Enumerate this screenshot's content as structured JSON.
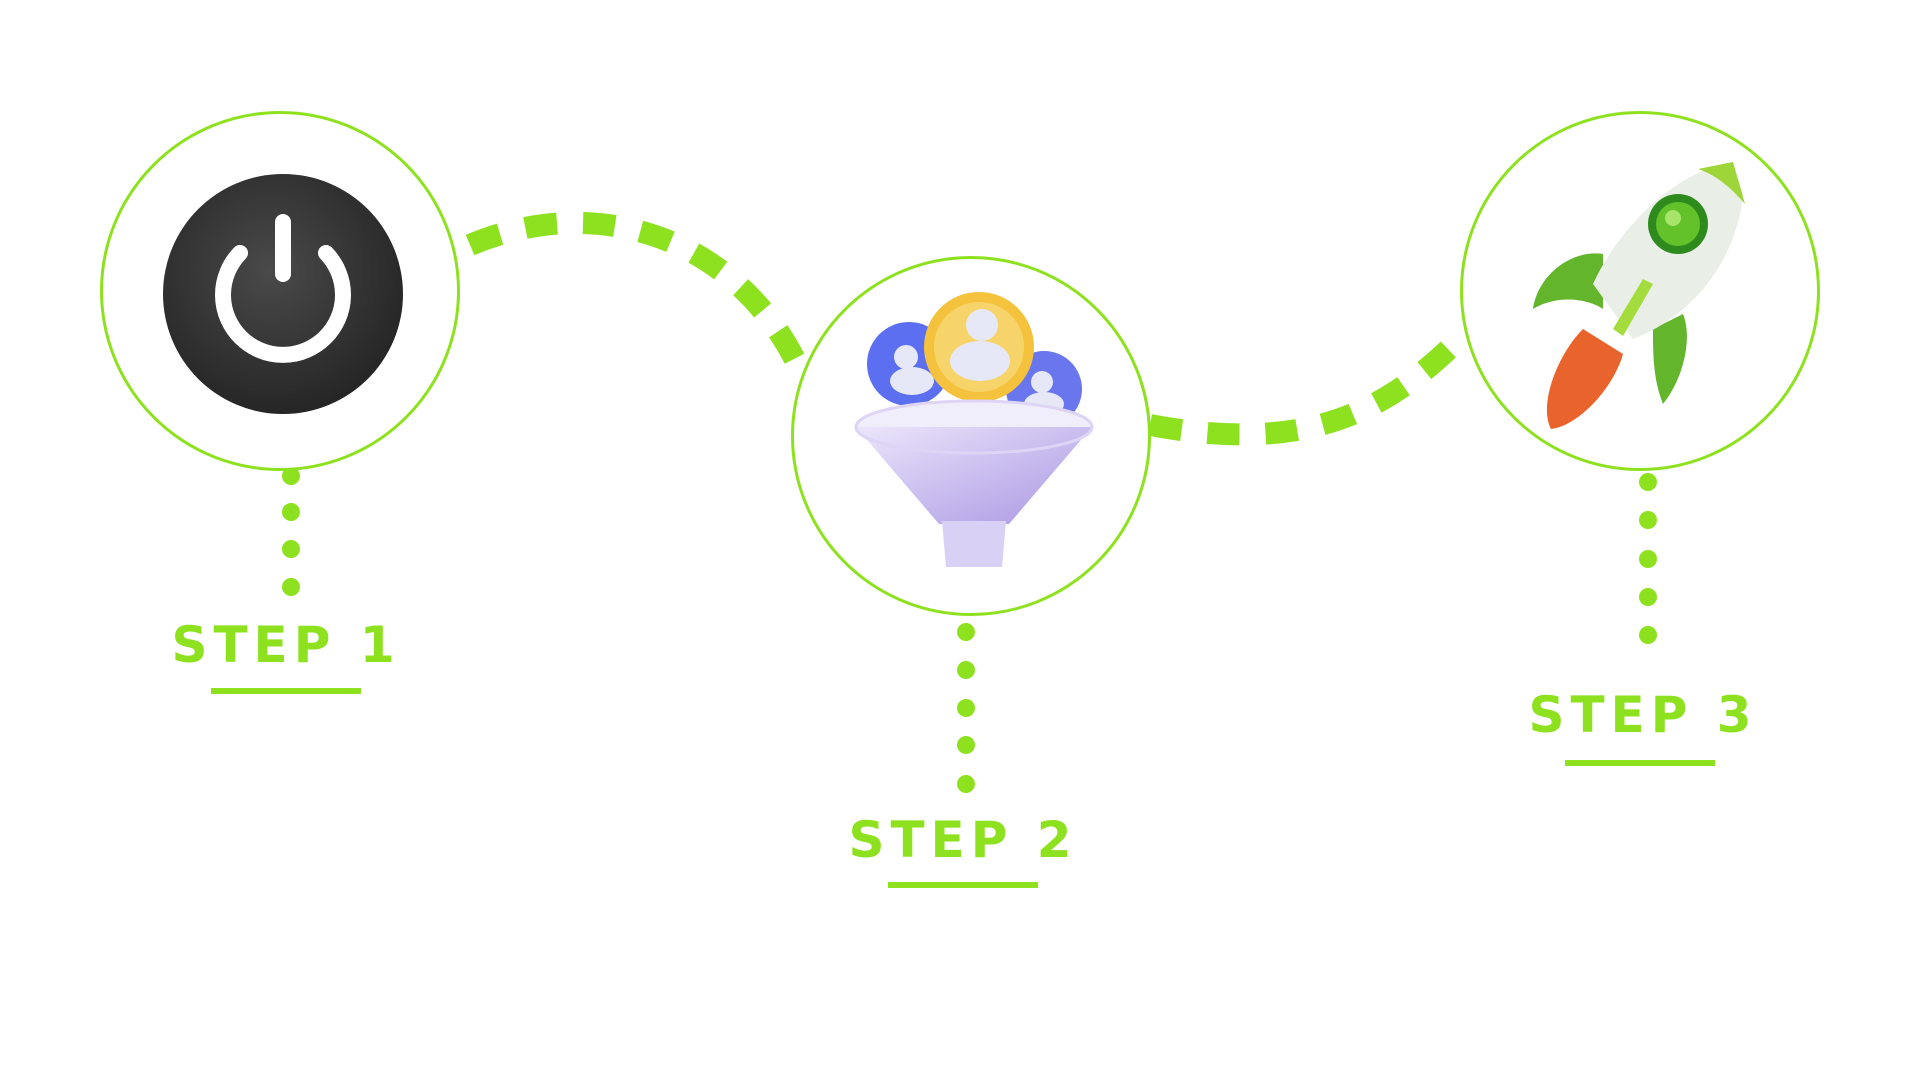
{
  "colors": {
    "accent": "#8ee11f",
    "background": "#ffffff",
    "power_button": "#2f2f2f",
    "funnel": "#c8b9ef",
    "user_blue": "#5b6ff0",
    "user_yellow": "#f4c23c",
    "rocket_body": "#e9efe6",
    "rocket_fin": "#63b52b",
    "rocket_flame": "#e8642c"
  },
  "steps": [
    {
      "label": "STEP 1",
      "icon": "power-icon"
    },
    {
      "label": "STEP 2",
      "icon": "funnel-icon"
    },
    {
      "label": "STEP 3",
      "icon": "rocket-icon"
    }
  ]
}
